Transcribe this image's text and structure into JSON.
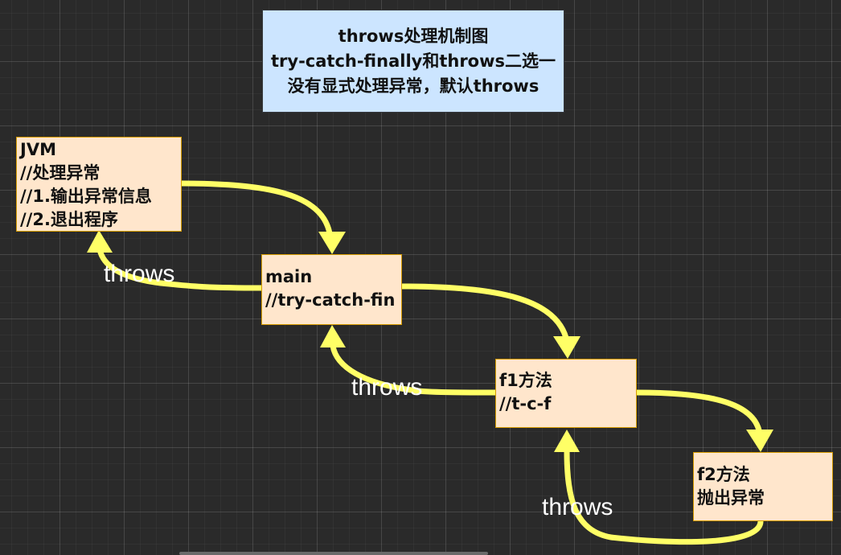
{
  "title": {
    "lines": [
      "throws处理机制图",
      "try-catch-finally和throws二选一",
      "没有显式处理异常，默认throws"
    ]
  },
  "nodes": {
    "jvm": {
      "lines": [
        "JVM",
        "//处理异常",
        "//1.输出异常信息",
        "//2.退出程序"
      ]
    },
    "main": {
      "lines": [
        "main",
        "//try-catch-fin"
      ]
    },
    "f1": {
      "lines": [
        "f1方法",
        "//t-c-f"
      ]
    },
    "f2": {
      "lines": [
        "f2方法",
        "抛出异常"
      ]
    }
  },
  "edge_labels": {
    "main_to_jvm": "throws",
    "f1_to_main": "throws",
    "f2_to_f1": "throws"
  },
  "colors": {
    "arrow": "#ffff66",
    "node_fill": "#ffe6cc",
    "node_border": "#d79b00",
    "title_fill": "#cce5ff"
  }
}
